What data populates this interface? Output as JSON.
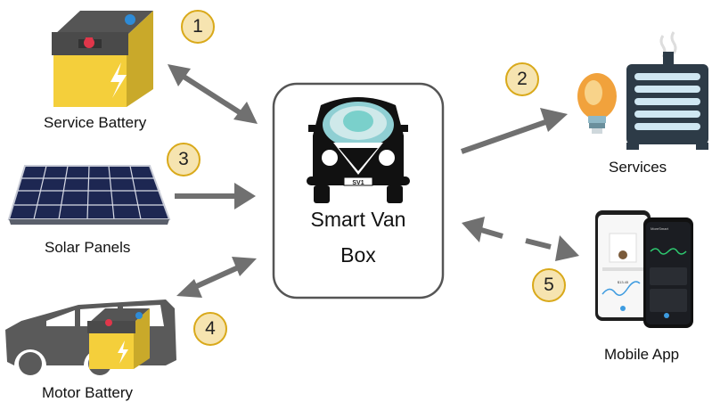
{
  "center_box": {
    "line1": "Smart Van",
    "line2": "Box",
    "van_plate": "SV1"
  },
  "components": {
    "service_battery": "Service Battery",
    "solar_panels": "Solar Panels",
    "motor_battery": "Motor Battery",
    "services": "Services",
    "mobile_app": "Mobile App"
  },
  "badges": {
    "b1": "1",
    "b2": "2",
    "b3": "3",
    "b4": "4",
    "b5": "5"
  },
  "app_screens": {
    "light_value": "$13.45",
    "dark_header": "MoreSmart"
  },
  "colors": {
    "arrow": "#707070",
    "badge_fill": "#f6e4b0",
    "badge_border": "#d9a91a",
    "battery_yellow": "#f4cf3b",
    "box_border": "#555555"
  }
}
